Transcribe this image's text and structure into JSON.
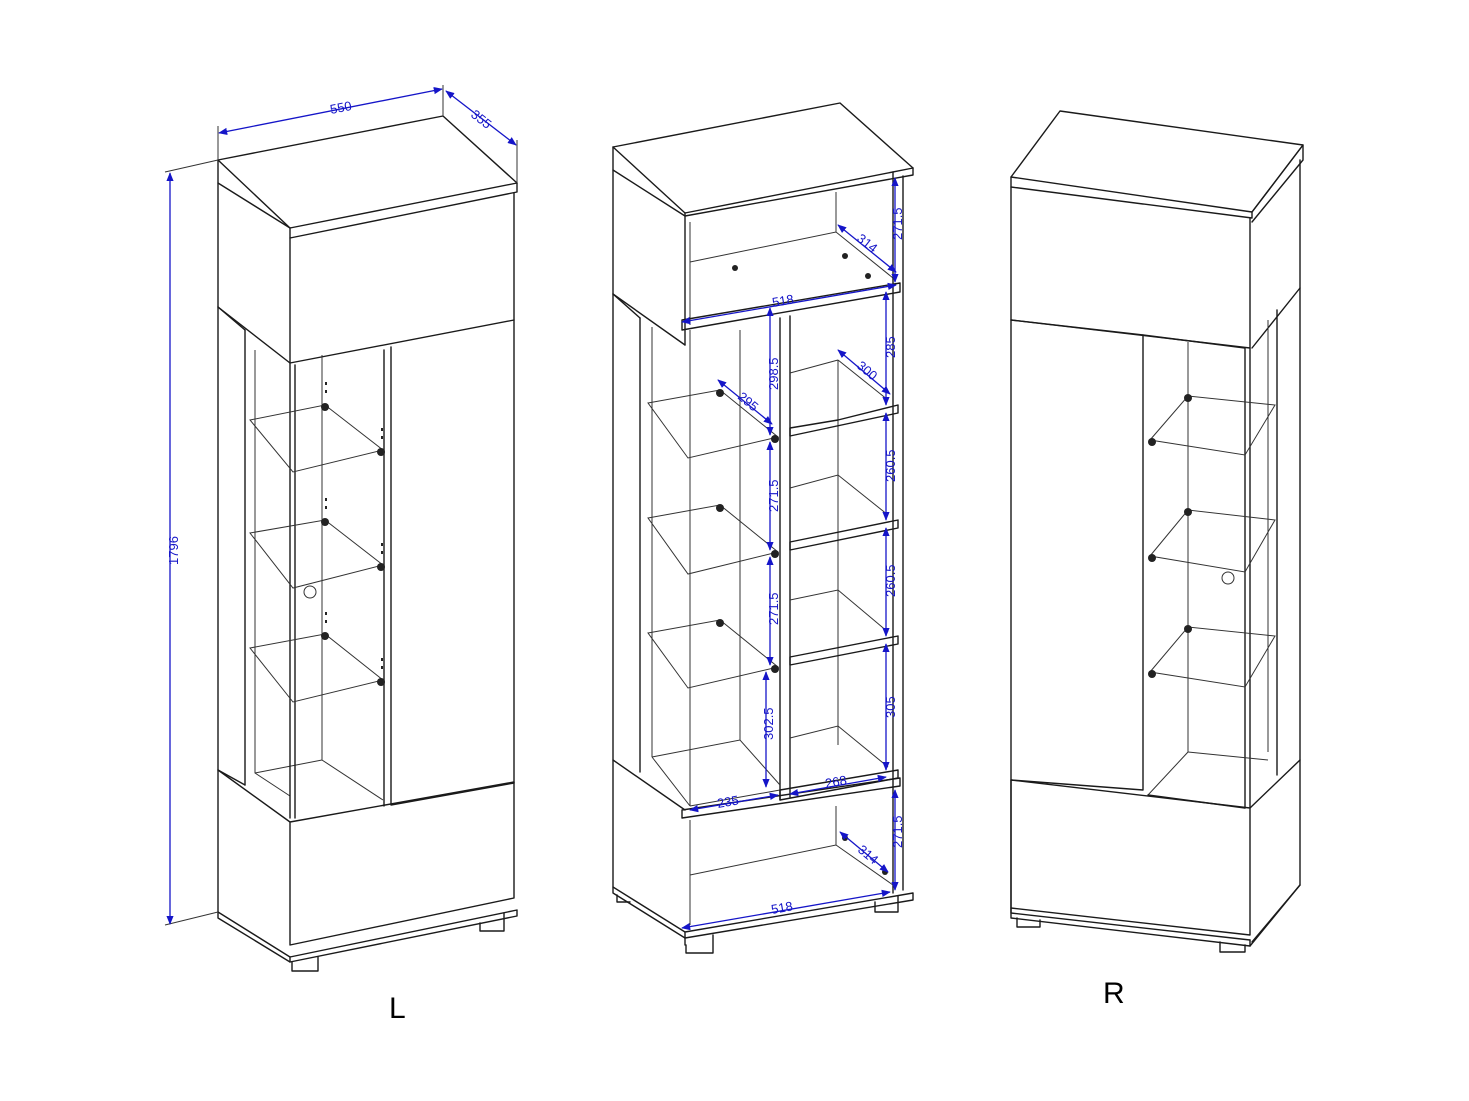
{
  "colors": {
    "dimension": "#1515c8",
    "line": "#1a1a1a",
    "background": "#ffffff"
  },
  "labels": {
    "left": "L",
    "right": "R"
  },
  "dimensions": {
    "width": "550",
    "depth": "355",
    "height": "1796",
    "top_compartment_height": "271.5",
    "top_compartment_depth": "314",
    "top_compartment_width": "518",
    "right_shelf_1": "285",
    "right_shelf_depth": "300",
    "right_shelf_2": "260.5",
    "right_shelf_3": "260.5",
    "right_shelf_4": "305",
    "left_shelf_1": "298.5",
    "glass_shelf_depth": "295",
    "left_shelf_2": "271.5",
    "left_shelf_3": "271.5",
    "left_shelf_4": "302.5",
    "left_inner_width": "235",
    "right_inner_width": "268",
    "bottom_compartment_height": "271.5",
    "bottom_compartment_depth": "314",
    "bottom_compartment_width": "518"
  }
}
